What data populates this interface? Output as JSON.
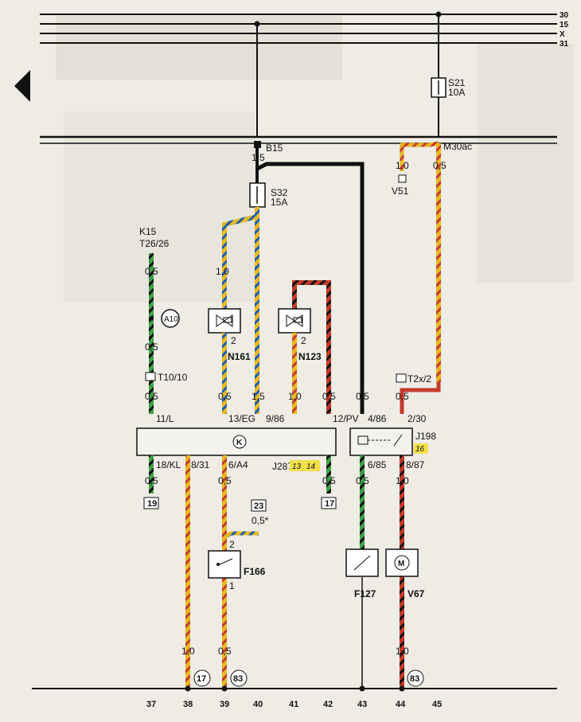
{
  "bus": {
    "labels": [
      "30",
      "15",
      "X",
      "31"
    ]
  },
  "components": {
    "S21": {
      "name": "S21",
      "value": "10A"
    },
    "S32": {
      "name": "S32",
      "value": "15A"
    },
    "K15": "K15",
    "T26": "T26/26",
    "A10": "A10",
    "T10": "T10/10",
    "N161": "N161",
    "N123": "N123",
    "B15": "B15",
    "M30": "M30ac",
    "V51": "V51",
    "T2x": "T2x/2",
    "J287": "J287",
    "J287_nums": [
      "13",
      "14"
    ],
    "J198": "J198",
    "J198_num": "16",
    "K": "K",
    "F166": "F166",
    "F127": "F127",
    "V67": "V67"
  },
  "pins": {
    "p11": "11/L",
    "p13": "13/EG",
    "p9": "9/86",
    "p12": "12/PV",
    "p4": "4/86",
    "p2": "2/30",
    "p18": "18/KL",
    "p8_31": "8/31",
    "p6A": "6/A4",
    "p6_85": "6/85",
    "p8_87": "8/87"
  },
  "wire_sizes": {
    "w15": "1,5",
    "w10": "1,0",
    "w05": "0,5",
    "w05s": "0,5*"
  },
  "refs": {
    "r19": "19",
    "r23": "23",
    "r17": "17",
    "c17": "17",
    "c83a": "83",
    "c83b": "83"
  },
  "small_nums": {
    "one": "1",
    "two": "2"
  },
  "columns": [
    "37",
    "38",
    "39",
    "40",
    "41",
    "42",
    "43",
    "44",
    "45"
  ]
}
